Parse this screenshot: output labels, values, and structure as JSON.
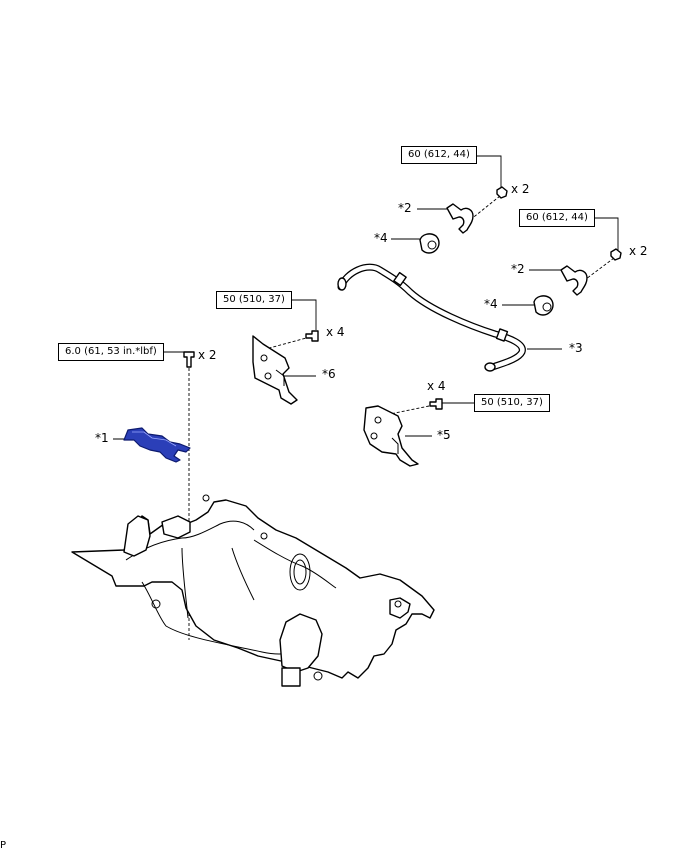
{
  "torque_labels": {
    "top_clamp_bolt": "60 (612, 44)",
    "right_clamp_bolt": "60 (612, 44)",
    "bracket_bolt_upper": "50 (510, 37)",
    "bracket_bolt_lower": "50 (510, 37)",
    "brace_bolt": "6.0 (61, 53 in.*lbf)"
  },
  "quantities": {
    "top_clamp_bolt": "x 2",
    "right_clamp_bolt": "x 2",
    "bracket_bolt_upper": "x 4",
    "bracket_bolt_lower": "x 4",
    "brace_bolt": "x 2"
  },
  "callouts": {
    "brace": "*1",
    "clamp_upper": "*2",
    "clamp_lower": "*2",
    "stabilizer_bar": "*3",
    "bushing_upper": "*4",
    "bushing_lower": "*4",
    "bracket_lower": "*5",
    "bracket_upper": "*6"
  },
  "footer": {
    "code": "P"
  },
  "colors": {
    "highlight": "#2b3fb8",
    "line": "#000000"
  }
}
